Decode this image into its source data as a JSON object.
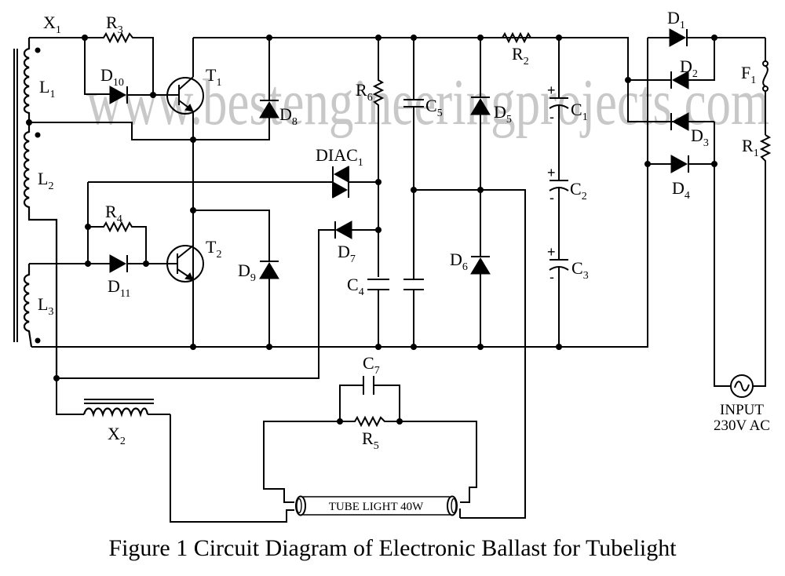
{
  "watermark": "www.bestengineeringprojects.com",
  "caption": "Figure 1 Circuit Diagram of Electronic Ballast for Tubelight",
  "components": {
    "X1": {
      "name": "X",
      "sub": "1"
    },
    "X2": {
      "name": "X",
      "sub": "2"
    },
    "L1": {
      "name": "L",
      "sub": "1"
    },
    "L2": {
      "name": "L",
      "sub": "2"
    },
    "L3": {
      "name": "L",
      "sub": "3"
    },
    "R1": {
      "name": "R",
      "sub": "1"
    },
    "R2": {
      "name": "R",
      "sub": "2"
    },
    "R3": {
      "name": "R",
      "sub": "3"
    },
    "R4": {
      "name": "R",
      "sub": "4"
    },
    "R5": {
      "name": "R",
      "sub": "5"
    },
    "R6": {
      "name": "R",
      "sub": "6"
    },
    "C1": {
      "name": "C",
      "sub": "1"
    },
    "C2": {
      "name": "C",
      "sub": "2"
    },
    "C3": {
      "name": "C",
      "sub": "3"
    },
    "C4": {
      "name": "C",
      "sub": "4"
    },
    "C5": {
      "name": "C",
      "sub": "5"
    },
    "C7": {
      "name": "C",
      "sub": "7"
    },
    "D1": {
      "name": "D",
      "sub": "1"
    },
    "D2": {
      "name": "D",
      "sub": "2"
    },
    "D3": {
      "name": "D",
      "sub": "3"
    },
    "D4": {
      "name": "D",
      "sub": "4"
    },
    "D5": {
      "name": "D",
      "sub": "5"
    },
    "D6": {
      "name": "D",
      "sub": "6"
    },
    "D7": {
      "name": "D",
      "sub": "7"
    },
    "D8": {
      "name": "D",
      "sub": "8"
    },
    "D9": {
      "name": "D",
      "sub": "9"
    },
    "D10": {
      "name": "D",
      "sub": "10"
    },
    "D11": {
      "name": "D",
      "sub": "11"
    },
    "T1": {
      "name": "T",
      "sub": "1"
    },
    "T2": {
      "name": "T",
      "sub": "2"
    },
    "F1": {
      "name": "F",
      "sub": "1"
    },
    "DIAC1": {
      "name": "DIAC",
      "sub": "1"
    }
  },
  "polarity": {
    "plus": "+",
    "minus": "-"
  },
  "tube_label": "TUBE LIGHT 40W",
  "input": {
    "line1": "INPUT",
    "line2": "230V AC"
  }
}
